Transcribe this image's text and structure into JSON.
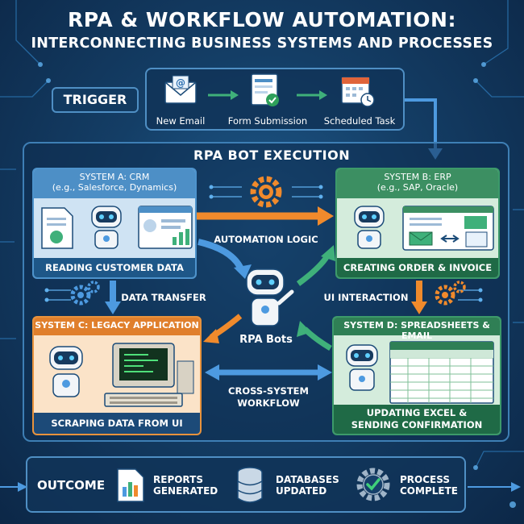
{
  "header": {
    "title": "RPA & WORKFLOW AUTOMATION:",
    "subtitle": "INTERCONNECTING BUSINESS SYSTEMS AND PROCESSES"
  },
  "trigger": {
    "label": "TRIGGER",
    "items": [
      {
        "label": "New Email",
        "icon": "email-icon"
      },
      {
        "label": "Form Submission",
        "icon": "form-icon"
      },
      {
        "label": "Scheduled Task",
        "icon": "calendar-icon"
      }
    ]
  },
  "execution": {
    "title": "RPA BOT EXECUTION",
    "center_label": "RPA Bots",
    "systems": {
      "a": {
        "title": "SYSTEM A: CRM",
        "subtitle": "(e.g., Salesforce, Dynamics)",
        "footer": "READING CUSTOMER DATA"
      },
      "b": {
        "title": "SYSTEM B: ERP",
        "subtitle": "(e.g., SAP, Oracle)",
        "footer": "CREATING ORDER & INVOICE"
      },
      "c": {
        "title": "SYSTEM C: LEGACY APPLICATION",
        "footer": "SCRAPING DATA FROM UI"
      },
      "d": {
        "title": "SYSTEM D: SPREADSHEETS & EMAIL",
        "footer_line1": "UPDATING EXCEL &",
        "footer_line2": "SENDING CONFIRMATION"
      }
    },
    "flows": {
      "automation_logic": "AUTOMATION LOGIC",
      "data_transfer": "DATA TRANSFER",
      "ui_interaction": "UI INTERACTION",
      "cross_system_line1": "CROSS-SYSTEM",
      "cross_system_line2": "WORKFLOW"
    }
  },
  "outcome": {
    "label": "OUTCOME",
    "items": [
      {
        "line1": "REPORTS",
        "line2": "GENERATED",
        "icon": "report-icon"
      },
      {
        "line1": "DATABASES",
        "line2": "UPDATED",
        "icon": "database-icon"
      },
      {
        "line1": "PROCESS",
        "line2": "COMPLETE",
        "icon": "check-gear-icon"
      }
    ]
  },
  "colors": {
    "background": "#143e66",
    "system_a": "#4d8fc6",
    "system_b": "#3c8f62",
    "system_c": "#e07f2c",
    "system_d": "#2f7f55",
    "flow_orange": "#f08a2c",
    "flow_blue": "#4d9ae0",
    "flow_green": "#3fb07a"
  }
}
